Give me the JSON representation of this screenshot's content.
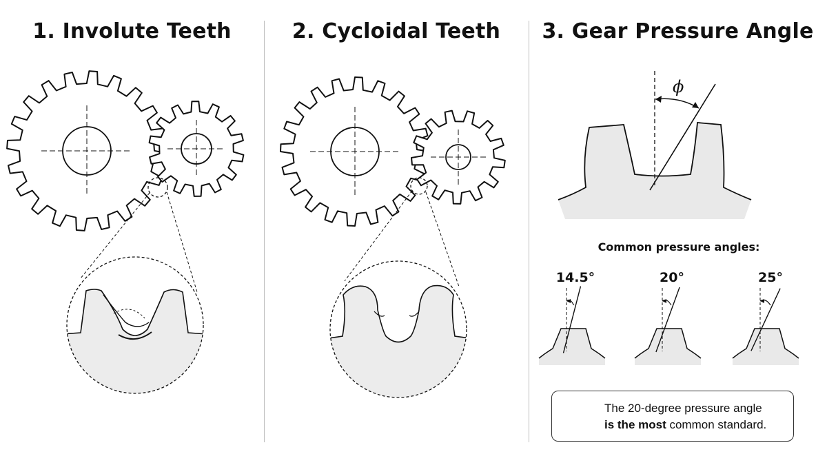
{
  "panels": {
    "involute": {
      "title": "1. Involute Teeth"
    },
    "cycloidal": {
      "title": "2. Cycloidal Teeth"
    },
    "pressure": {
      "title": "3. Gear Pressure Angle"
    }
  },
  "pressure_angle_symbol": "ϕ",
  "common_angles_title": "Common pressure angles:",
  "common_angles": [
    {
      "label": "14.5°",
      "value_deg": 14.5
    },
    {
      "label": "20°",
      "value_deg": 20
    },
    {
      "label": "25°",
      "value_deg": 25
    }
  ],
  "note": {
    "icon": "gear-icon",
    "line1": "The 20-degree pressure angle",
    "line2_bold": "is the most",
    "line2_rest": " common standard."
  },
  "colors": {
    "stroke": "#111111",
    "fill_light": "#e9e9e9",
    "divider": "#bdbdbd"
  }
}
